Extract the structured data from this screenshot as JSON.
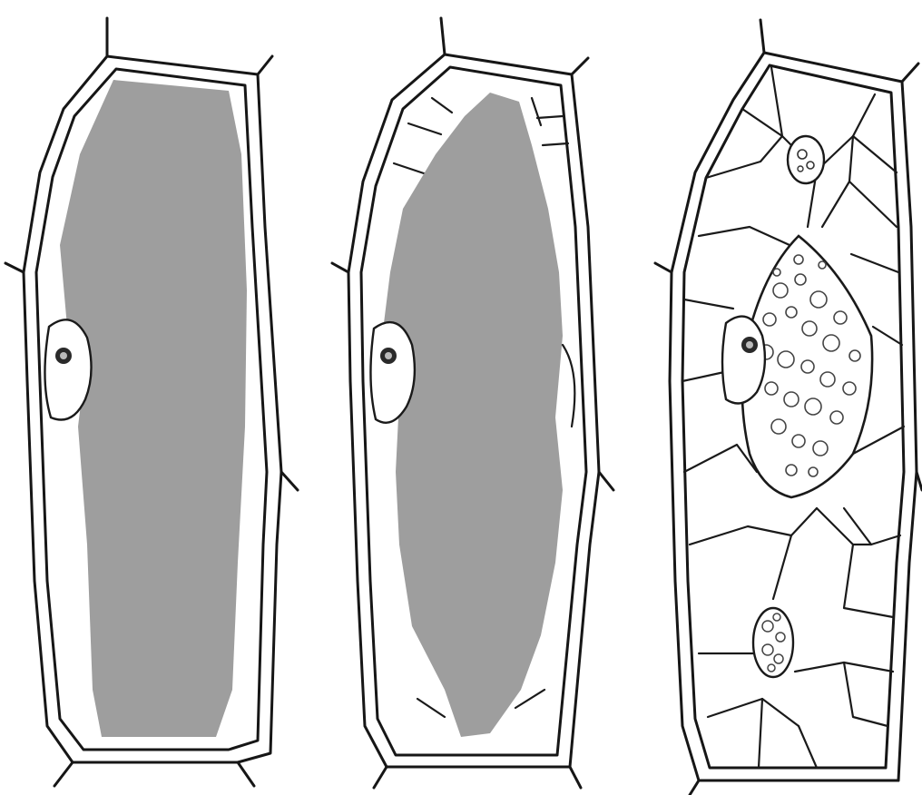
{
  "figure": {
    "panels": [
      {
        "id": "cell-1",
        "vacuole": "large-central",
        "vacuole_color": "#9e9e9e",
        "nucleus": "wall-side"
      },
      {
        "id": "cell-2",
        "vacuole": "large-central-with-strands",
        "vacuole_color": "#9e9e9e",
        "nucleus": "wall-side"
      },
      {
        "id": "cell-3",
        "vacuole": "many-small-divided",
        "vacuole_color": "#ffffff",
        "nucleus": "center-with-granules"
      }
    ]
  }
}
